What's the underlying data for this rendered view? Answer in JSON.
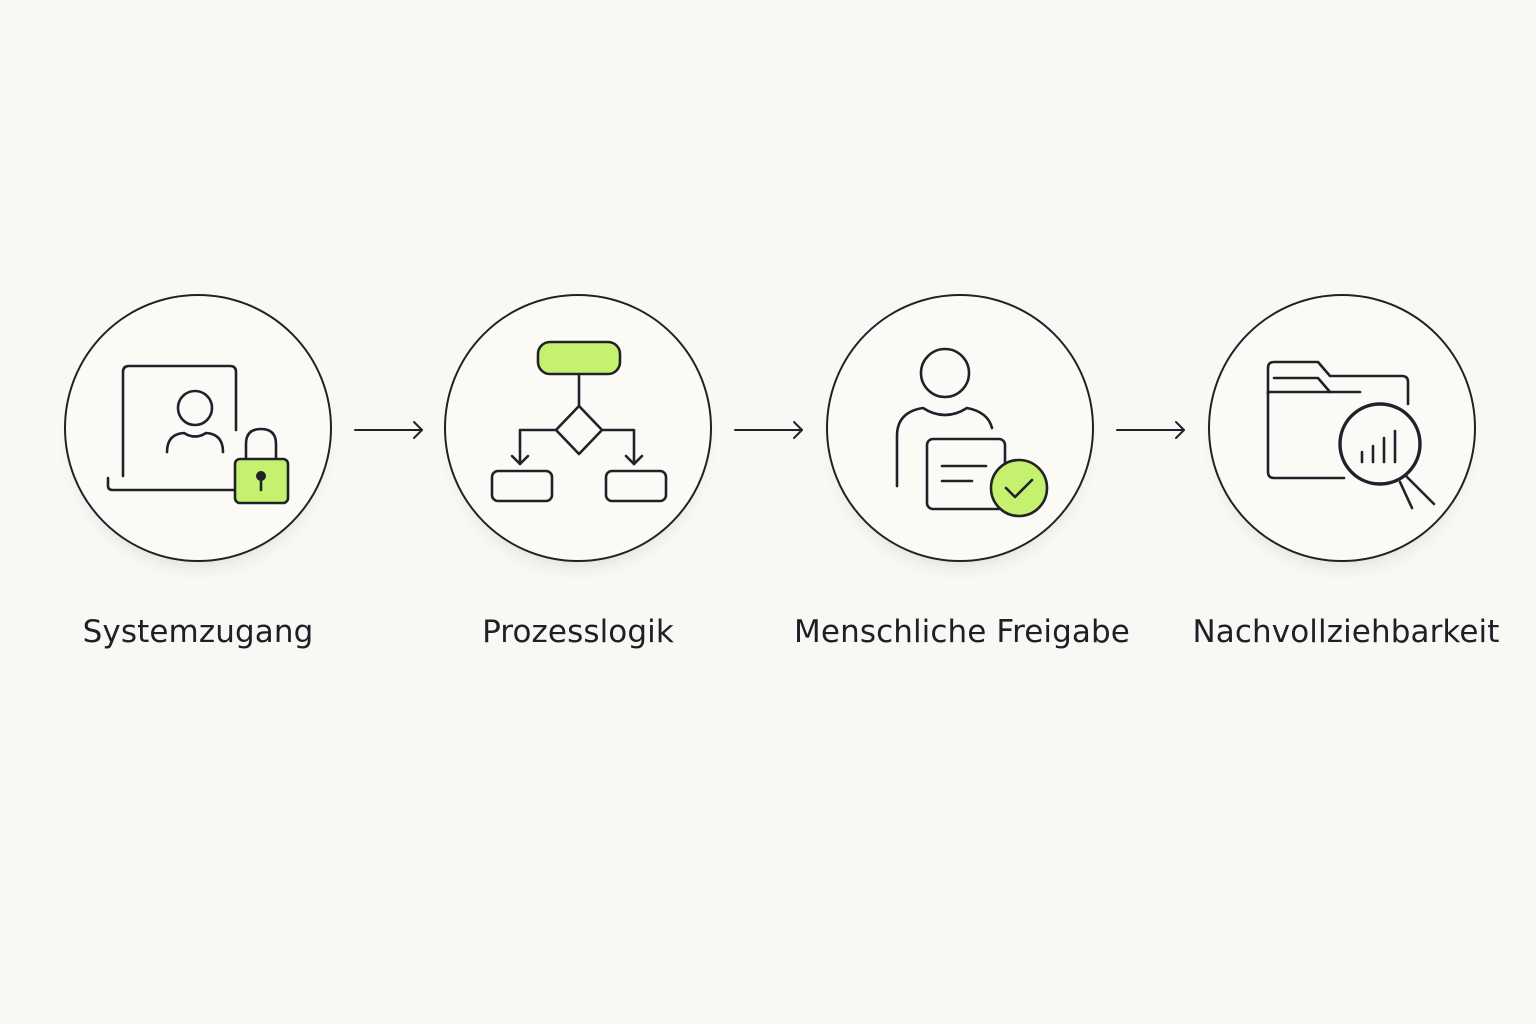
{
  "colors": {
    "background": "#f9f8f5",
    "stroke": "#1e2329",
    "accent": "#c6f16e"
  },
  "steps": [
    {
      "label": "Systemzugang",
      "icon": "laptop-user-lock-icon"
    },
    {
      "label": "Prozesslogik",
      "icon": "flowchart-icon"
    },
    {
      "label": "Menschliche Freigabe",
      "icon": "person-document-check-icon"
    },
    {
      "label": "Nachvollziehbarkeit",
      "icon": "folder-magnifier-chart-icon"
    }
  ]
}
